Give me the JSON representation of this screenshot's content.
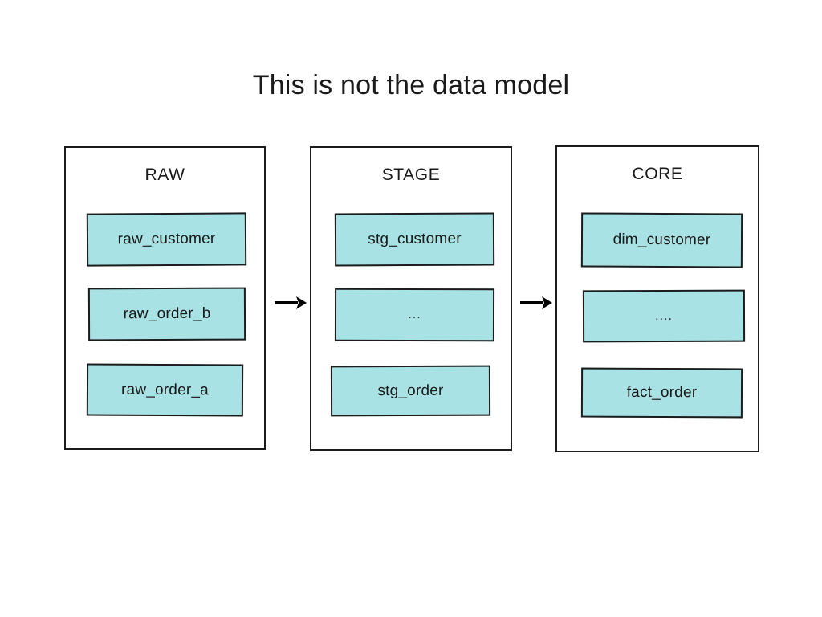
{
  "slide": {
    "title": "This is not the data model",
    "background_color": "#ffffff",
    "text_color": "#1a1a1a"
  },
  "theme": {
    "node_fill": "#a9e2e5",
    "node_border": "#1c1c1c",
    "container_border": "#1c1c1c",
    "arrow_color": "#000000"
  },
  "diagram": {
    "type": "pipeline-flow",
    "direction": "left-to-right",
    "layers": [
      {
        "id": "raw",
        "title": "RAW",
        "nodes": [
          {
            "id": "raw_customer",
            "label": "raw_customer"
          },
          {
            "id": "raw_order_b",
            "label": "raw_order_b"
          },
          {
            "id": "raw_order_a",
            "label": "raw_order_a"
          }
        ]
      },
      {
        "id": "stage",
        "title": "STAGE",
        "nodes": [
          {
            "id": "stg_customer",
            "label": "stg_customer"
          },
          {
            "id": "stg_dots",
            "label": "..."
          },
          {
            "id": "stg_order",
            "label": "stg_order"
          }
        ]
      },
      {
        "id": "core",
        "title": "CORE",
        "nodes": [
          {
            "id": "dim_customer",
            "label": "dim_customer"
          },
          {
            "id": "core_dots",
            "label": "...."
          },
          {
            "id": "fact_order",
            "label": "fact_order"
          }
        ]
      }
    ],
    "connectors": [
      {
        "id": "raw-to-stage",
        "from": "raw",
        "to": "stage",
        "glyph": "arrow-right"
      },
      {
        "id": "stage-to-core",
        "from": "stage",
        "to": "core",
        "glyph": "arrow-right"
      }
    ]
  }
}
